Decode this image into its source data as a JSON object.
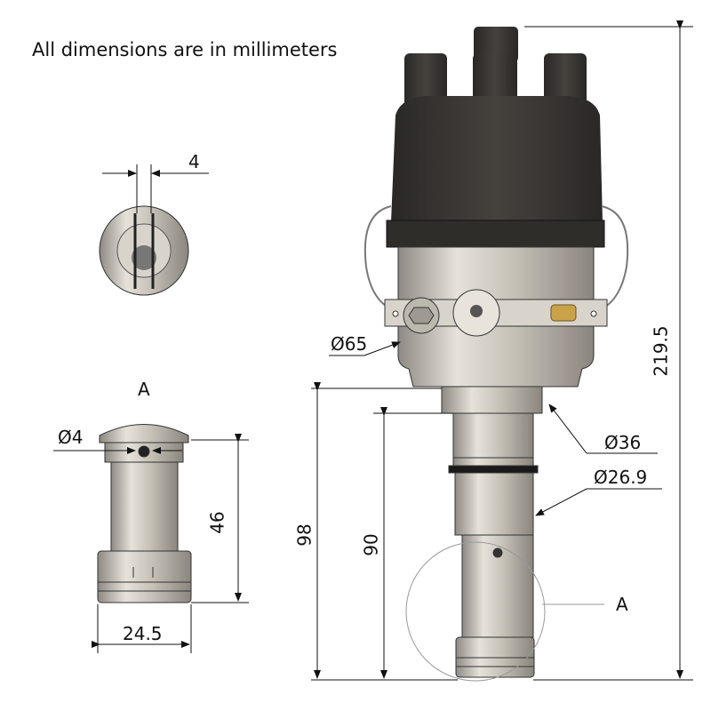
{
  "note": "All dimensions are in millimeters",
  "dimensions": {
    "slot_width": "4",
    "detail_label": "A",
    "pin_diameter": "Ø4",
    "detail_height": "46",
    "detail_width": "24.5",
    "body_diameter": "Ø65",
    "total_height": "219.5",
    "shaft_upper_diameter": "Ø36",
    "shaft_lower_diameter": "Ø26.9",
    "shaft_length_98": "98",
    "shaft_length_90": "90",
    "detail_callout": "A"
  },
  "colors": {
    "cap": "#3a3835",
    "metal": "#c9c4bb",
    "line": "#111111"
  }
}
